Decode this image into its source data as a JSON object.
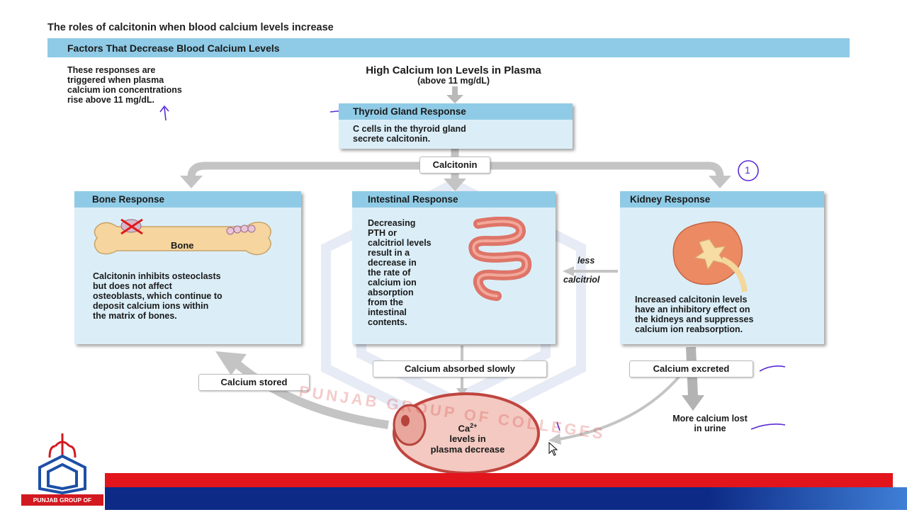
{
  "page_title": "The roles of calcitonin when blood calcium levels increase",
  "banner_title": "Factors That Decrease Blood Calcium Levels",
  "note": "These responses are\ntriggered when plasma\ncalcium ion concentrations\nrise above 11 mg/dL.",
  "trigger": {
    "title": "High Calcium Ion Levels in Plasma",
    "subtitle": "(above 11 mg/dL)"
  },
  "thyroid": {
    "title": "Thyroid Gland Response",
    "body": "C cells in the thyroid gland\nsecrete calcitonin."
  },
  "hormone_label": "Calcitonin",
  "bone": {
    "title": "Bone Response",
    "diagram_label": "Bone",
    "body": "Calcitonin inhibits osteoclasts\nbut does not affect\nosteoblasts, which continue to\ndeposit calcium ions within\nthe matrix of bones."
  },
  "intestine": {
    "title": "Intestinal Response",
    "body": "Decreasing\nPTH or\ncalcitriol levels\nresult in a\ndecrease in\nthe rate of\ncalcium ion\nabsorption\nfrom the\nintestinal\ncontents."
  },
  "kidney": {
    "title": "Kidney Response",
    "body": "Increased calcitonin levels\nhave an inhibitory effect on\nthe kidneys and suppresses\ncalcium ion reabsorption."
  },
  "less_calcitriol": [
    "less",
    "calcitriol"
  ],
  "pills": {
    "stored": "Calcium stored",
    "absorbed": "Calcium absorbed slowly",
    "excreted": "Calcium excreted"
  },
  "urine_note": "More calcium lost\nin urine",
  "plasma": {
    "ion": "Ca",
    "charge": "2+",
    "line1": "levels in",
    "line2": "plasma decrease"
  },
  "watermark": "PUNJAB GROUP OF COLLEGES",
  "logo_text": "PUNJAB GROUP OF COLLEGES",
  "annotation_number": "1",
  "colors": {
    "panel_header": "#8fcbe6",
    "panel_body": "#dbeef8",
    "footer_red": "#e2141c",
    "footer_blue": "#0c2a86",
    "ink": "#5b2bd6"
  }
}
